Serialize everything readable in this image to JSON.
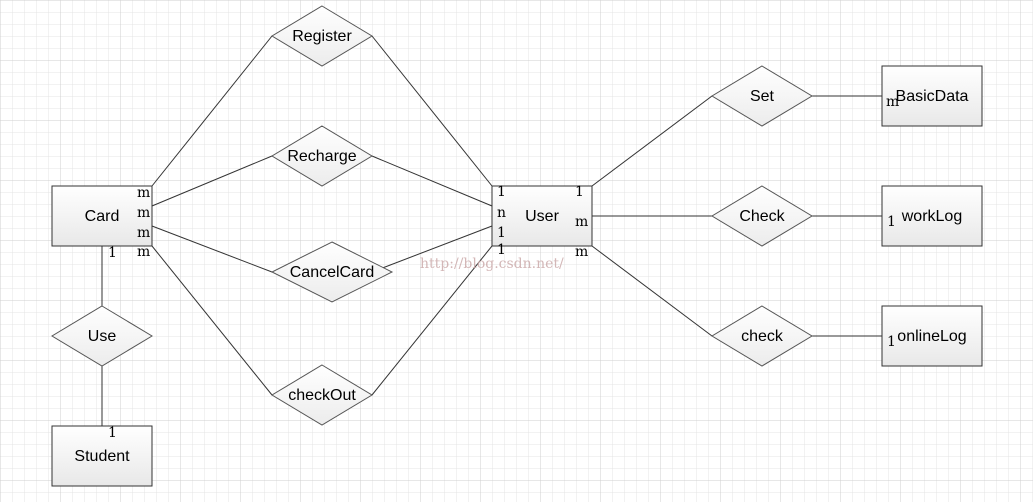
{
  "entities": [
    {
      "id": "card",
      "label": "Card"
    },
    {
      "id": "student",
      "label": "Student"
    },
    {
      "id": "user",
      "label": "User"
    },
    {
      "id": "basicdata",
      "label": "BasicData"
    },
    {
      "id": "worklog",
      "label": "workLog"
    },
    {
      "id": "onlinelog",
      "label": "onlineLog"
    }
  ],
  "relationships": [
    {
      "id": "register",
      "label": "Register"
    },
    {
      "id": "recharge",
      "label": "Recharge"
    },
    {
      "id": "cancelcard",
      "label": "CancelCard"
    },
    {
      "id": "checkout",
      "label": "checkOut"
    },
    {
      "id": "use",
      "label": "Use"
    },
    {
      "id": "set",
      "label": "Set"
    },
    {
      "id": "check1",
      "label": "Check"
    },
    {
      "id": "check2",
      "label": "check"
    }
  ],
  "cardinalities": [
    {
      "id": "card-register",
      "label": "m"
    },
    {
      "id": "card-recharge",
      "label": "m"
    },
    {
      "id": "card-cancel",
      "label": "m"
    },
    {
      "id": "card-checkout",
      "label": "m"
    },
    {
      "id": "card-use",
      "label": "1"
    },
    {
      "id": "student-use",
      "label": "1"
    },
    {
      "id": "user-register",
      "label": "1"
    },
    {
      "id": "user-recharge",
      "label": "n"
    },
    {
      "id": "user-cancel",
      "label": "1"
    },
    {
      "id": "user-checkout",
      "label": "1"
    },
    {
      "id": "user-set",
      "label": "1"
    },
    {
      "id": "user-check1",
      "label": "m"
    },
    {
      "id": "user-check2",
      "label": "m"
    },
    {
      "id": "basicdata-set",
      "label": "m"
    },
    {
      "id": "worklog-check",
      "label": "1"
    },
    {
      "id": "onlinelog-check",
      "label": "1"
    }
  ],
  "watermark": "http://blog.csdn.net/",
  "colors": {
    "grid_minor": "#e4e4e4",
    "grid_major": "#cfcfcf",
    "stroke": "#333333"
  }
}
